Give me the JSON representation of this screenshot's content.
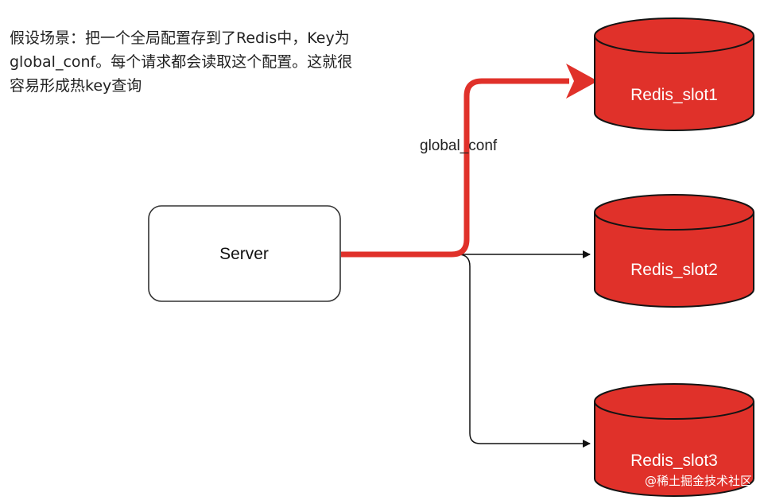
{
  "description": {
    "lines": [
      "假设场景：把一个全局配置存到了Redis中，Key为",
      "global_conf。每个请求都会读取这个配置。这就很",
      "容易形成热key查询"
    ]
  },
  "nodes": {
    "server": {
      "label": "Server"
    },
    "redis_slots": [
      {
        "label": "Redis_slot1",
        "hot": true
      },
      {
        "label": "Redis_slot2",
        "hot": false
      },
      {
        "label": "Redis_slot3",
        "hot": false
      }
    ]
  },
  "edges": {
    "hot_key_label": "global_conf"
  },
  "watermark": {
    "text": "@稀土掘金技术社区"
  },
  "colors": {
    "redis_fill": "#e0312a",
    "redis_stroke": "#141414",
    "hot_path": "#e0312a",
    "normal_path": "#111111",
    "server_fill": "#ffffff",
    "server_stroke": "#333333",
    "text": "#222222",
    "redis_text": "#ffffff"
  }
}
